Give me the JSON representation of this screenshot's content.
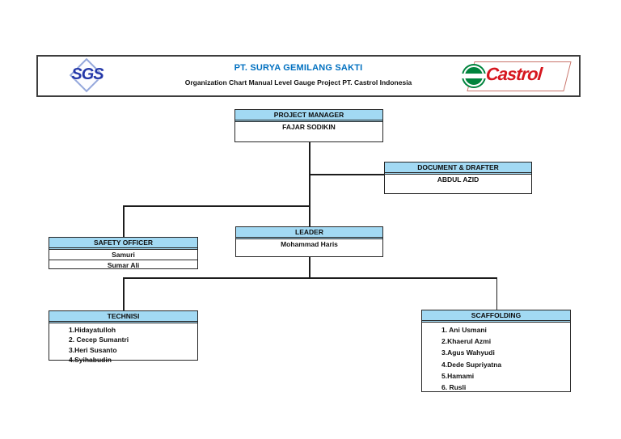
{
  "header": {
    "sgs_logo_text": "SGS",
    "company": "PT. SURYA GEMILANG SAKTI",
    "subtitle": "Organization Chart Manual Level Gauge Project PT. Castrol Indonesia",
    "castrol_logo_text": "Castrol",
    "company_color": "#0070C0",
    "castrol_red": "#D6171F",
    "castrol_green": "#00843D"
  },
  "chart": {
    "header_bar_color": "#A2D9F3",
    "boxes": {
      "project_manager": {
        "title": "PROJECT MANAGER",
        "members": [
          "FAJAR SODIKIN"
        ]
      },
      "document_drafter": {
        "title": "DOCUMENT & DRAFTER",
        "members": [
          "ABDUL AZID"
        ]
      },
      "leader": {
        "title": "LEADER",
        "members": [
          "Mohammad Haris"
        ]
      },
      "safety_officer": {
        "title": "SAFETY OFFICER",
        "members": [
          "Samuri",
          "Sumar Ali"
        ]
      },
      "technisi": {
        "title": "TECHNISI",
        "members": [
          "1.Hidayatulloh",
          "2. Cecep Sumantri",
          "3.Heri Susanto",
          "4.Syihabudin"
        ]
      },
      "scaffolding": {
        "title": "SCAFFOLDING",
        "members": [
          "1. Ani Usmani",
          "2.Khaerul Azmi",
          "3.Agus Wahyudi",
          "4.Dede Supriyatna",
          "5.Hamami",
          "6. Rusli"
        ]
      }
    }
  }
}
